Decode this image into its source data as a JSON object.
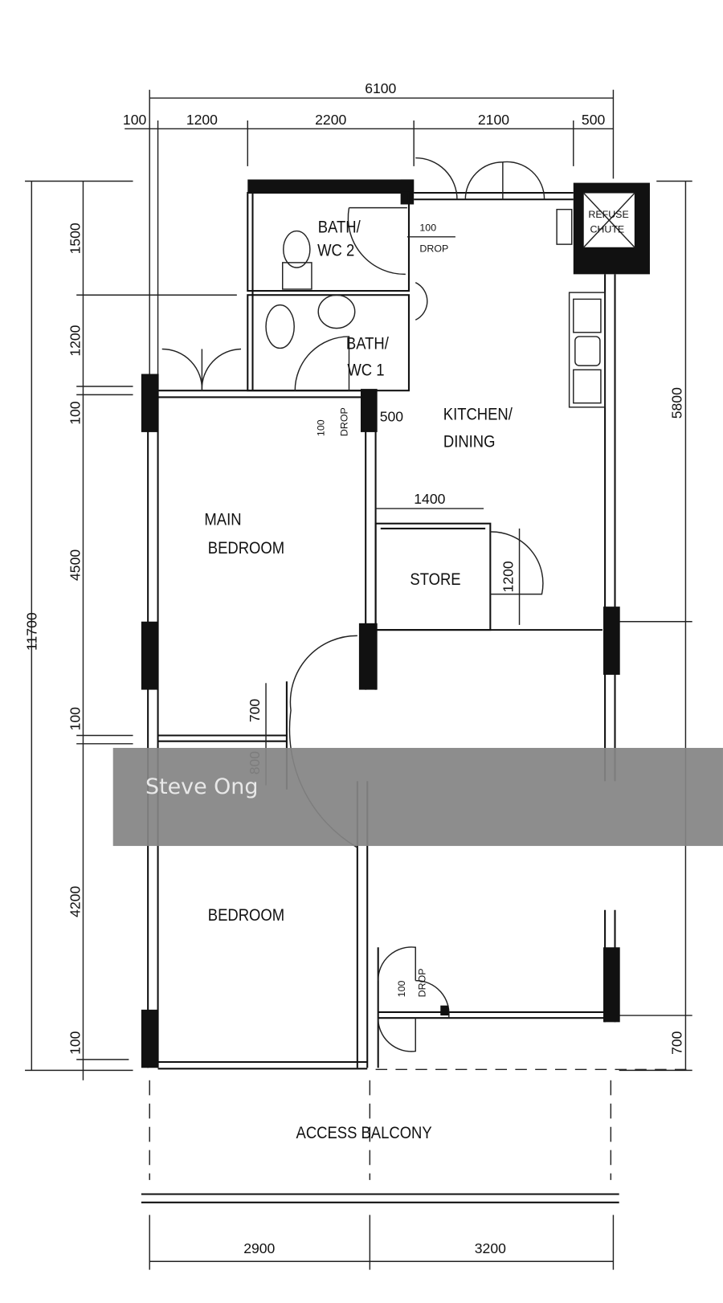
{
  "rooms": {
    "bath_wc2": [
      "BATH/",
      "WC  2"
    ],
    "bath_wc1": [
      "BATH/",
      "WC  1"
    ],
    "kitchen": [
      "KITCHEN/",
      "DINING"
    ],
    "main_bedroom": [
      "MAIN",
      "BEDROOM"
    ],
    "store": "STORE",
    "bedroom": "BEDROOM",
    "access_balcony": "ACCESS  BALCONY",
    "refuse_chute": [
      "REFUSE",
      "CHUTE"
    ]
  },
  "dimensions": {
    "top_total": "6100",
    "top": [
      "100",
      "1200",
      "2200",
      "2100",
      "500"
    ],
    "left_total": "11700",
    "left": [
      "1500",
      "1200",
      "100",
      "4500",
      "100",
      "4200",
      "100"
    ],
    "right": [
      "5800",
      "700"
    ],
    "bottom": [
      "2900",
      "3200"
    ],
    "drop_label": "100",
    "drop_word": "DROP",
    "kitchen_500": "500",
    "store_width": "1400",
    "store_depth": "1200",
    "door_700": "700",
    "door_800": "800"
  },
  "watermark": "Steve Ong",
  "colors": {
    "band": "#848484",
    "line": "#111111"
  }
}
